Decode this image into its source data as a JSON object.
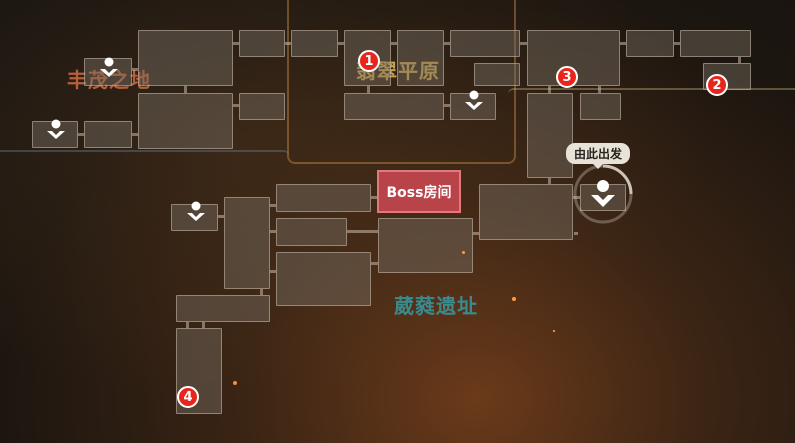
{
  "regions": {
    "west": {
      "label": "丰茂之地",
      "color": "#b5603a"
    },
    "north": {
      "label": "翡翠平原",
      "color": "#c7a24a"
    },
    "south": {
      "label": "葳蕤遗址",
      "color": "#3b8a8e"
    }
  },
  "boss_room": {
    "label": "Boss房间"
  },
  "start": {
    "label": "由此出发"
  },
  "markers": [
    "1",
    "2",
    "3",
    "4"
  ],
  "icons": {
    "teleport": "teleport-arrow-icon"
  },
  "colors": {
    "marker": "#e8241c",
    "boss": "#b8444a"
  }
}
